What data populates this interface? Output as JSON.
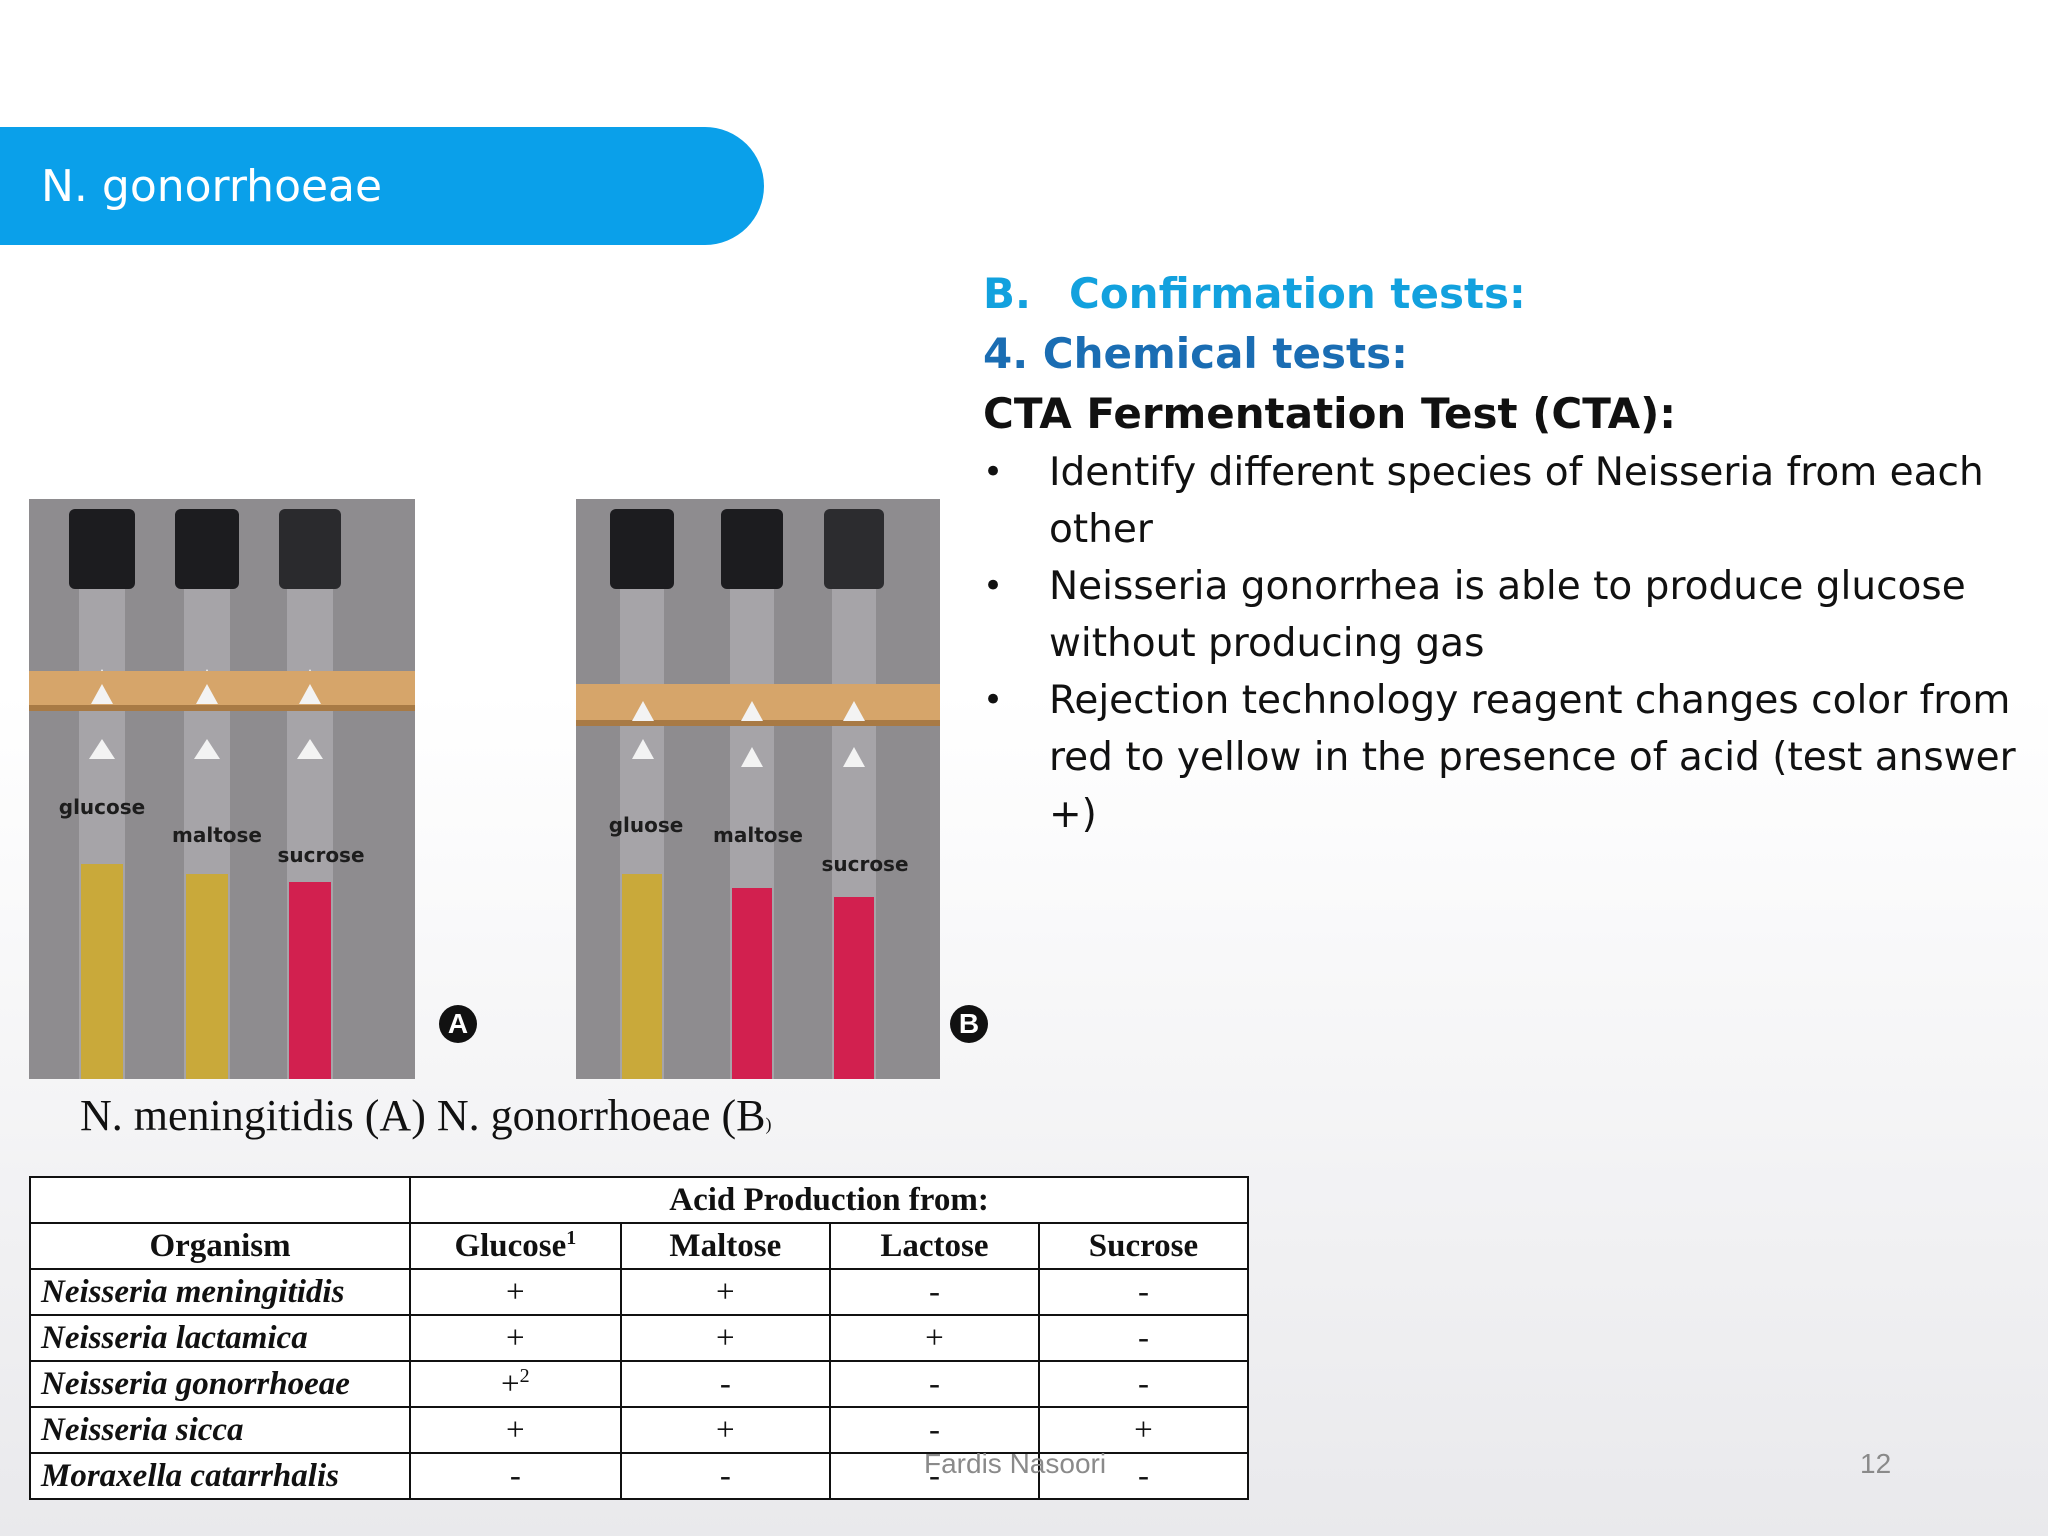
{
  "slide": {
    "title": "N. gonorrhoeae",
    "page_number": "12",
    "author": "Fardis Nasoori"
  },
  "content": {
    "section_letter": "B.",
    "section_title": "Confirmation tests:",
    "subsection": "4. Chemical tests:",
    "test_name": "CTA Fermentation Test (CTA):",
    "bullets": [
      "Identify different species of Neisseria from each other",
      "Neisseria gonorrhea is able to produce glucose without producing gas",
      "Rejection technology reagent changes color from red to yellow in the presence of acid (test answer +)"
    ]
  },
  "photos": {
    "a": {
      "badge": "A",
      "tubes": [
        {
          "label": "glucose",
          "color": "#c9a93a"
        },
        {
          "label": "maltose",
          "color": "#c9a93a"
        },
        {
          "label": "sucrose",
          "color": "#d2204f"
        }
      ]
    },
    "b": {
      "badge": "B",
      "tubes": [
        {
          "label": "gluose",
          "color": "#c9a93a"
        },
        {
          "label": "maltose",
          "color": "#d2204f"
        },
        {
          "label": "sucrose",
          "color": "#d2204f"
        }
      ]
    },
    "caption_main": "N. meningitidis (A) N. gonorrhoeae (B",
    "caption_tail": ")"
  },
  "table": {
    "group_header": "Acid Production from:",
    "columns": [
      "Organism",
      "Glucose",
      "Maltose",
      "Lactose",
      "Sucrose"
    ],
    "glucose_footnote": "1",
    "rows": [
      {
        "organism": "Neisseria meningitidis",
        "glucose": "+",
        "glucose_note": "",
        "maltose": "+",
        "lactose": "-",
        "sucrose": "-"
      },
      {
        "organism": "Neisseria lactamica",
        "glucose": "+",
        "glucose_note": "",
        "maltose": "+",
        "lactose": "+",
        "sucrose": "-"
      },
      {
        "organism": "Neisseria gonorrhoeae",
        "glucose": "+",
        "glucose_note": "2",
        "maltose": "-",
        "lactose": "-",
        "sucrose": "-"
      },
      {
        "organism": "Neisseria sicca",
        "glucose": "+",
        "glucose_note": "",
        "maltose": "+",
        "lactose": "-",
        "sucrose": "+"
      },
      {
        "organism": "Moraxella catarrhalis",
        "glucose": "-",
        "glucose_note": "",
        "maltose": "-",
        "lactose": "-",
        "sucrose": "-"
      }
    ]
  }
}
